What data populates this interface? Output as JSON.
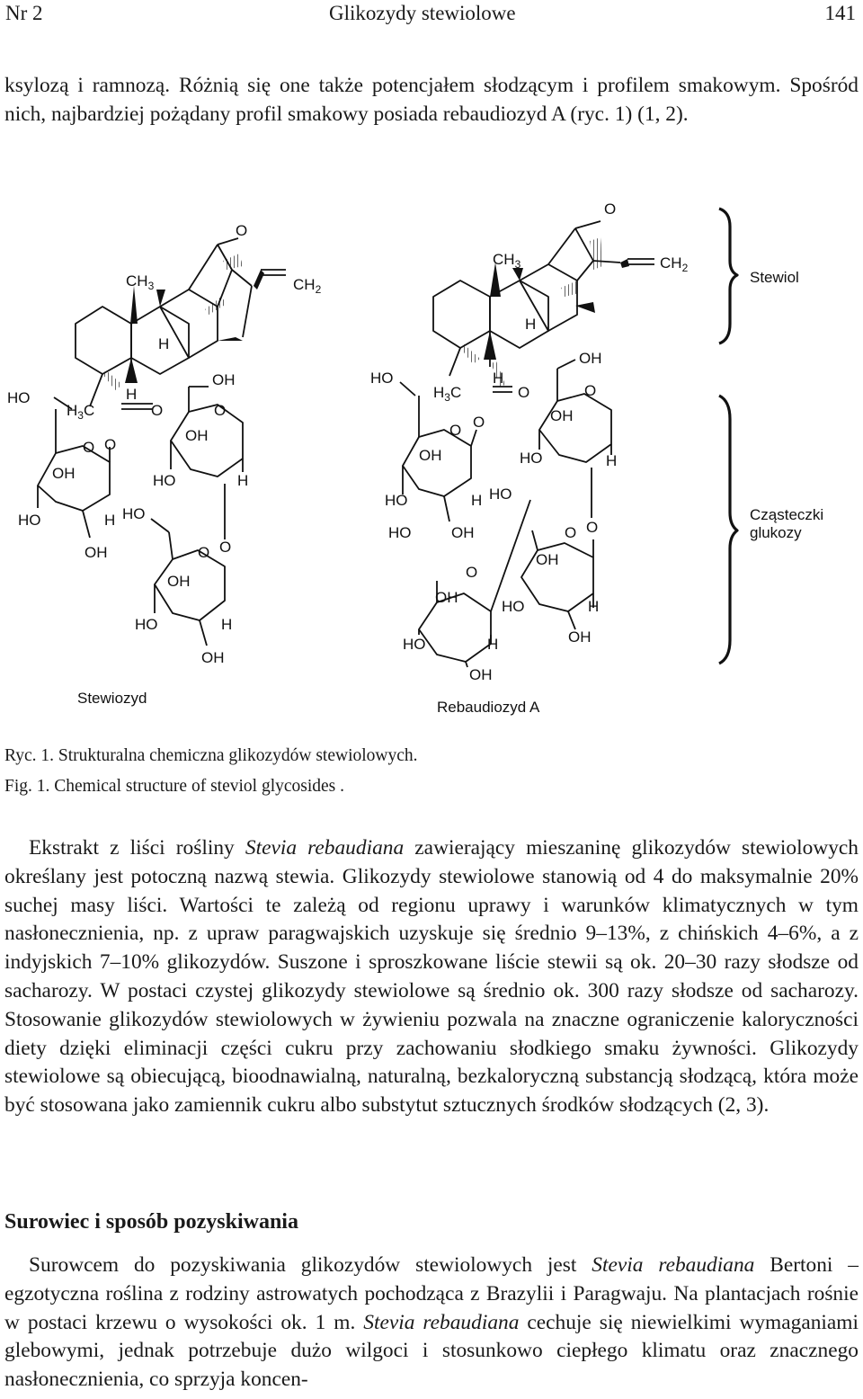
{
  "header": {
    "issue": "Nr 2",
    "running_title": "Glikozydy stewiolowe",
    "page": "141"
  },
  "intro": {
    "text": "ksylozą i ramnozą. Różnią się one także potencjałem słodzącym i profilem smakowym. Spośród nich, najbardziej pożądany profil smakowy posiada rebaudiozyd A (ryc. 1) (1, 2)."
  },
  "figure": {
    "labels": {
      "o": "O",
      "oh": "OH",
      "ho": "HO",
      "h": "H",
      "c": "C",
      "ch": "CH",
      "sub3": "3",
      "sub2": "2",
      "stewiozyd": "Stewiozyd",
      "rebaudiozyd": "Rebaudiozyd A",
      "steviol": "Stewiol",
      "glucose1": "Cząsteczki",
      "glucose2": "glukozy"
    },
    "caption_pl": "Ryc. 1. Strukturalna chemiczna glikozydów stewiolowych.",
    "caption_en": "Fig. 1. Chemical structure of steviol glycosides ."
  },
  "body": {
    "p1_a": "Ekstrakt z liści rośliny ",
    "p1_species": "Stevia rebaudiana",
    "p1_b": " zawierający mieszaninę glikozydów stewiolowych określany jest potoczną nazwą stewia. Glikozydy stewiolowe stanowią od 4 do maksymalnie 20% suchej masy liści. Wartości te zależą od regionu uprawy i warunków klimatycznych w tym nasłonecznienia, np. z upraw paragwajskich uzyskuje się średnio 9–13%, z chińskich 4–6%, a z indyjskich 7–10% glikozydów. Suszone i sproszkowane liście stewii są ok. 20–30 razy słodsze od sacharozy. W postaci czystej glikozydy stewiolowe są średnio ok. 300 razy słodsze od sacharozy. Stosowanie glikozydów stewiolowych w żywieniu pozwala na znaczne ograniczenie kaloryczności diety dzięki eliminacji części cukru przy zachowaniu słodkiego smaku żywności. Glikozydy stewiolowe są obiecującą, bioodnawialną, naturalną, bezkaloryczną substancją słodzącą, która może być stosowana jako zamiennik cukru albo substytut sztucznych środków słodzących (2, 3).",
    "section_title": "Surowiec i sposób pozyskiwania",
    "p2_a": "Surowcem do pozyskiwania glikozydów stewiolowych jest ",
    "p2_species1": "Stevia rebaudiana",
    "p2_b": " Bertoni – egzotyczna roślina z rodziny astrowatych pochodząca z Brazylii i Paragwaju. Na plantacjach rośnie w postaci krzewu o wysokości ok. 1 m. ",
    "p2_species2": "Stevia rebaudiana",
    "p2_c": " cechuje się niewielkimi wymaganiami glebowymi, jednak potrzebuje dużo wilgoci i stosunkowo ciepłego klimatu oraz znacznego nasłonecznienia, co sprzyja koncen-"
  }
}
